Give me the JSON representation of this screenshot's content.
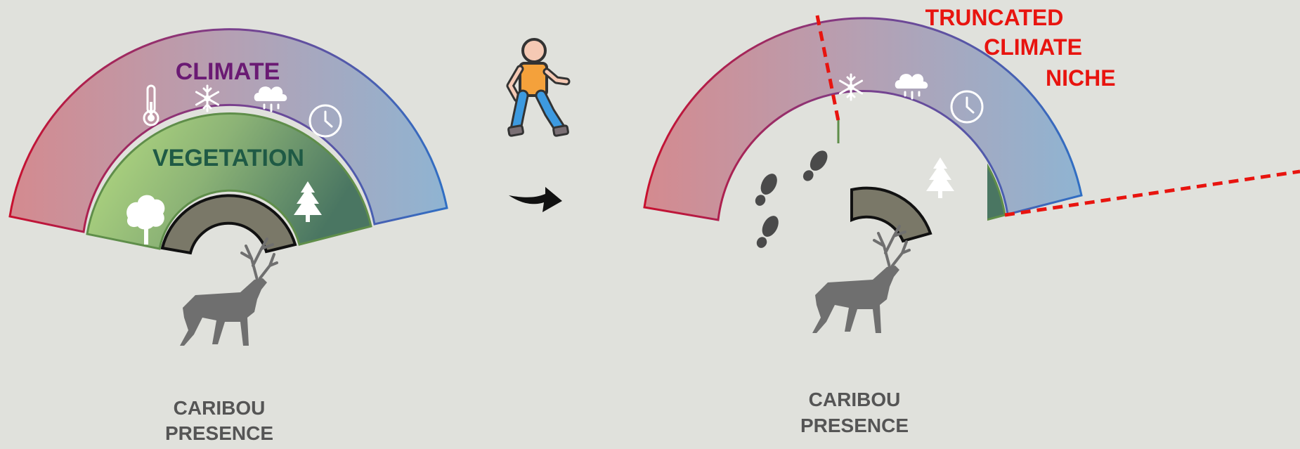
{
  "left_panel": {
    "climate_label": "CLIMATE",
    "vegetation_label": "VEGETATION",
    "caribou_label_line1": "CARIBOU",
    "caribou_label_line2": "PRESENCE",
    "climate_icons": [
      "thermometer-icon",
      "snowflake-icon",
      "rain-cloud-icon",
      "clock-icon"
    ],
    "vegetation_icons": [
      "deciduous-tree-icon",
      "conifer-tree-icon"
    ]
  },
  "middle": {
    "icons": [
      "walking-person-icon",
      "right-arrow-icon"
    ]
  },
  "right_panel": {
    "truncated_line1": "TRUNCATED",
    "truncated_line2": "CLIMATE",
    "truncated_line3": "NICHE",
    "caribou_label_line1": "CARIBOU",
    "caribou_label_line2": "PRESENCE",
    "climate_icons": [
      "snowflake-icon",
      "rain-cloud-icon",
      "clock-icon"
    ],
    "vegetation_icons": [
      "conifer-tree-icon"
    ],
    "extra_icons": [
      "footprints-icon"
    ]
  },
  "colors": {
    "background": "#e0e1dc",
    "climate_warm": "#d18e92",
    "climate_cool": "#92b2d0",
    "climate_edge_warm": "#c8102e",
    "climate_edge_cool": "#2f6fc4",
    "vegetation_light": "#b6dc80",
    "vegetation_dark": "#4b7a65",
    "caribou_band": "#7a7868",
    "truncation_line": "#e8140f",
    "climate_text": "#6a1a73",
    "vegetation_text": "#1f5a45"
  }
}
